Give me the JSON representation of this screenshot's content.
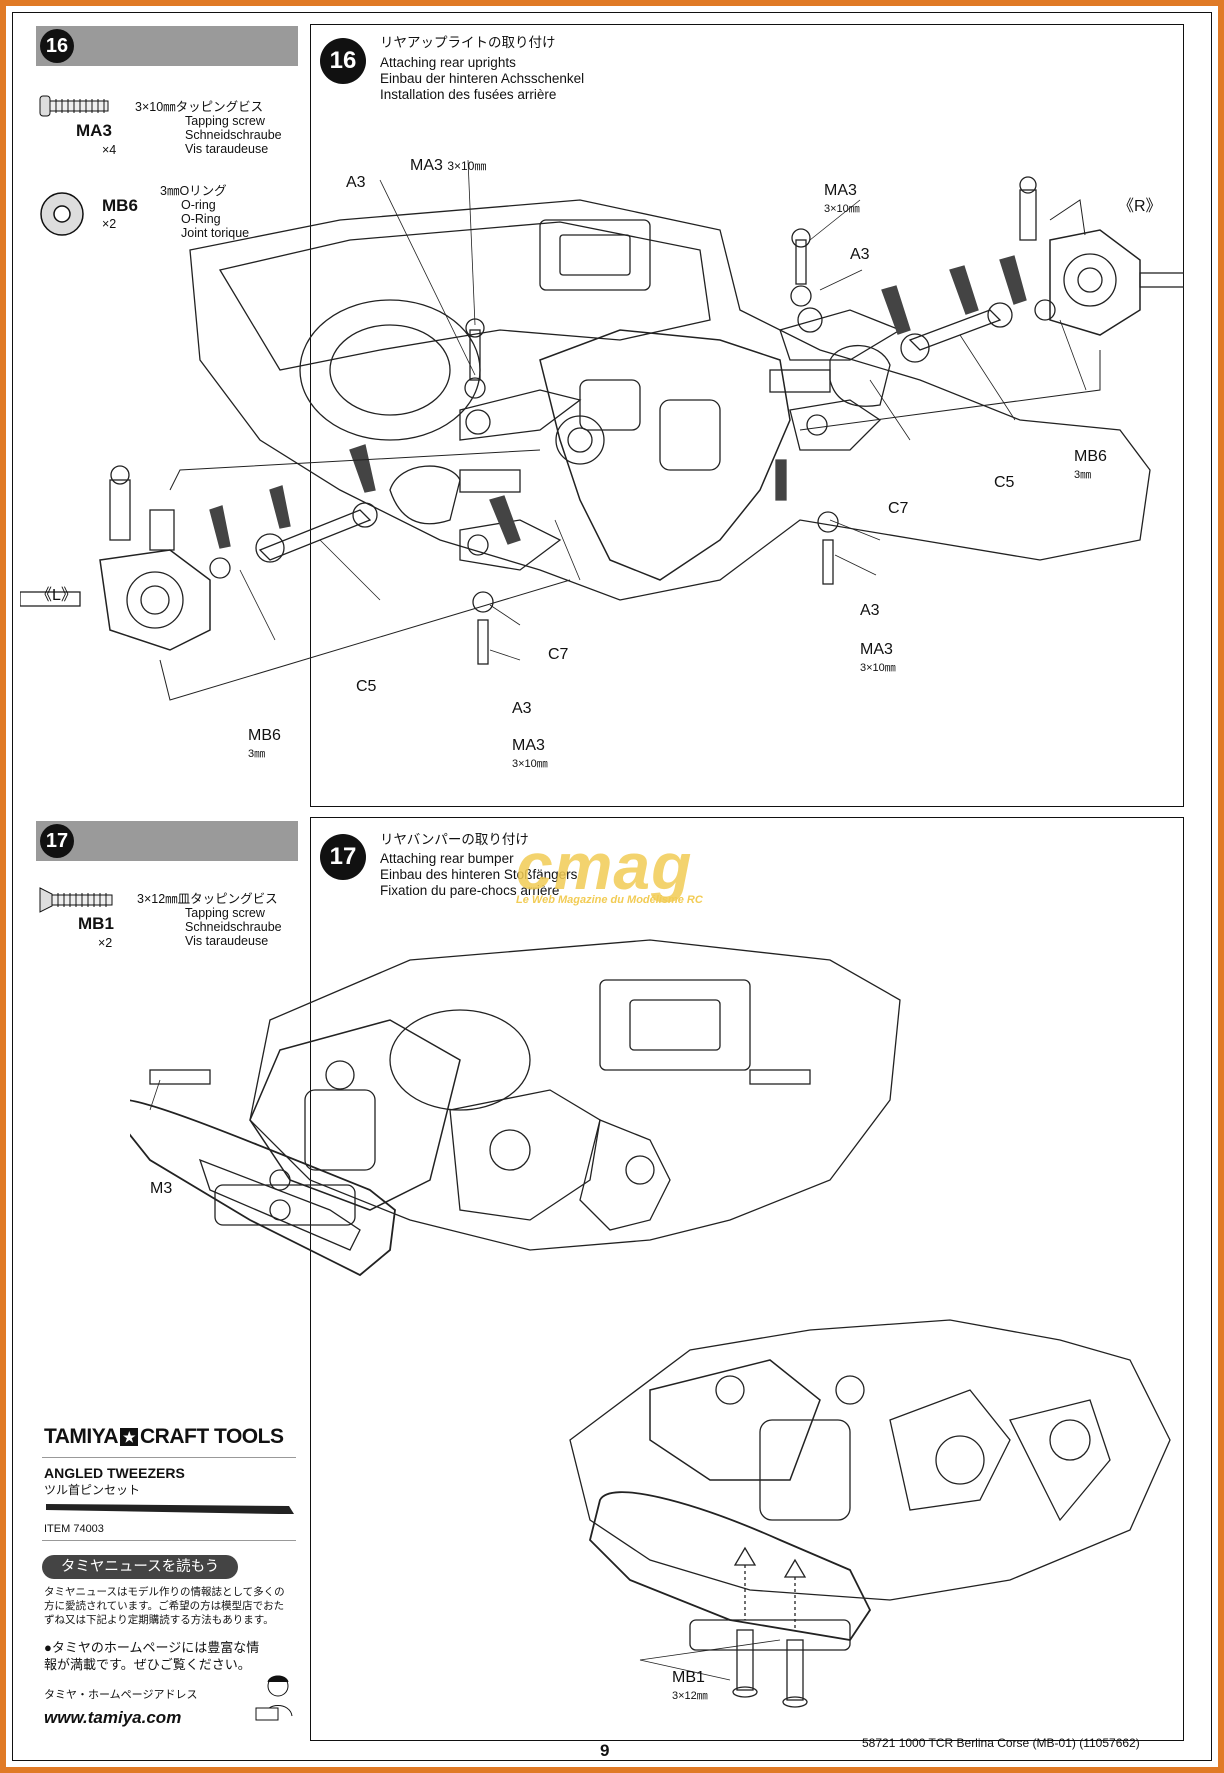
{
  "page_number": "9",
  "footer_model": "58721 1000 TCR Berlina Corse (MB-01) (11057662)",
  "step16": {
    "number": "16",
    "title_jp": "リヤアップライトの取り付け",
    "title_en": "Attaching rear uprights",
    "title_de": "Einbau der hinteren Achsschenkel",
    "title_fr": "Installation des fusées arrière",
    "parts": [
      {
        "code": "MA3",
        "qty": "×4",
        "jp": "3×10㎜タッピングビス",
        "en": "Tapping screw",
        "de": "Schneidschraube",
        "fr": "Vis taraudeuse"
      },
      {
        "code": "MB6",
        "qty": "×2",
        "jp": "3㎜Oリング",
        "en": "O-ring",
        "de": "O-Ring",
        "fr": "Joint torique"
      }
    ],
    "callouts": {
      "a3": "A3",
      "ma3": "MA3",
      "size_3x10": "3×10㎜",
      "mb6": "MB6",
      "size_3mm": "3㎜",
      "c5": "C5",
      "c7": "C7",
      "left": "《L》",
      "right": "《R》"
    }
  },
  "step17": {
    "number": "17",
    "title_jp": "リヤバンパーの取り付け",
    "title_en": "Attaching rear bumper",
    "title_de": "Einbau des hinteren Stoßfängers",
    "title_fr": "Fixation du pare-chocs arrière",
    "parts": [
      {
        "code": "MB1",
        "qty": "×2",
        "jp": "3×12㎜皿タッピングビス",
        "en": "Tapping screw",
        "de": "Schneidschraube",
        "fr": "Vis taraudeuse"
      }
    ],
    "callouts": {
      "m3": "M3",
      "mb1": "MB1",
      "size_3x12": "3×12㎜"
    }
  },
  "ad": {
    "brand": "TAMIYA",
    "product_line": "CRAFT TOOLS",
    "product": "ANGLED TWEEZERS",
    "product_jp": "ツル首ピンセット",
    "item": "ITEM 74003",
    "news_title": "タミヤニュースを読もう",
    "news_body_1": "タミヤニュースはモデル作りの情報誌として多くの",
    "news_body_2": "方に愛読されています。ご希望の方は模型店でおた",
    "news_body_3": "ずね又は下記より定期購読する方法もあります。",
    "home_1": "●タミヤのホームページには豊富な情",
    "home_2": "報が満載です。ぜひご覧ください。",
    "home_label": "タミヤ・ホームページアドレス",
    "url": "www.tamiya.com"
  },
  "watermark": {
    "logo": "cmag",
    "tagline": "Le Web Magazine du Modélisme RC"
  }
}
